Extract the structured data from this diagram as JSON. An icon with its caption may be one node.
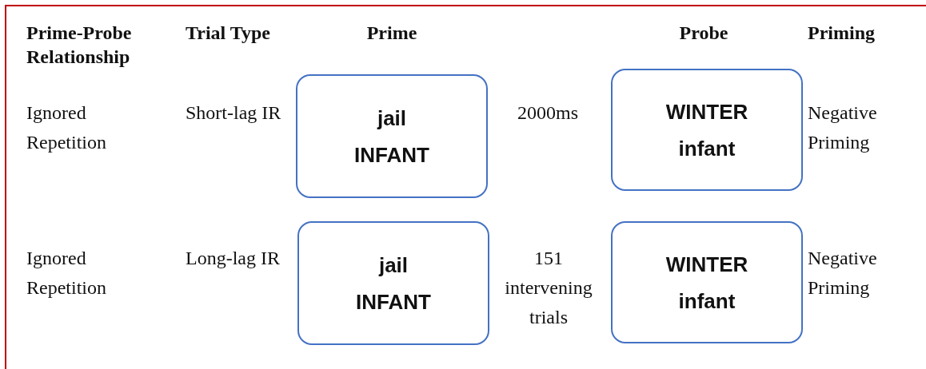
{
  "diagram": {
    "nodes": [
      {
        "text": [
          "jail",
          "INFANT"
        ]
      },
      {
        "text": [
          "WINTER",
          "infant"
        ]
      },
      {
        "text": [
          "jail",
          "INFANT"
        ]
      },
      {
        "text": [
          "WINTER",
          "infant"
        ]
      }
    ],
    "labels": [
      "Prime-Probe Relationship",
      "Trial Type",
      "Prime",
      "Probe",
      "Priming",
      "Ignored Repetition",
      "Short-lag IR",
      "2000ms",
      "Negative Priming",
      "Ignored Repetition",
      "Long-lag IR",
      "151 intervening trials",
      "Negative Priming"
    ]
  }
}
